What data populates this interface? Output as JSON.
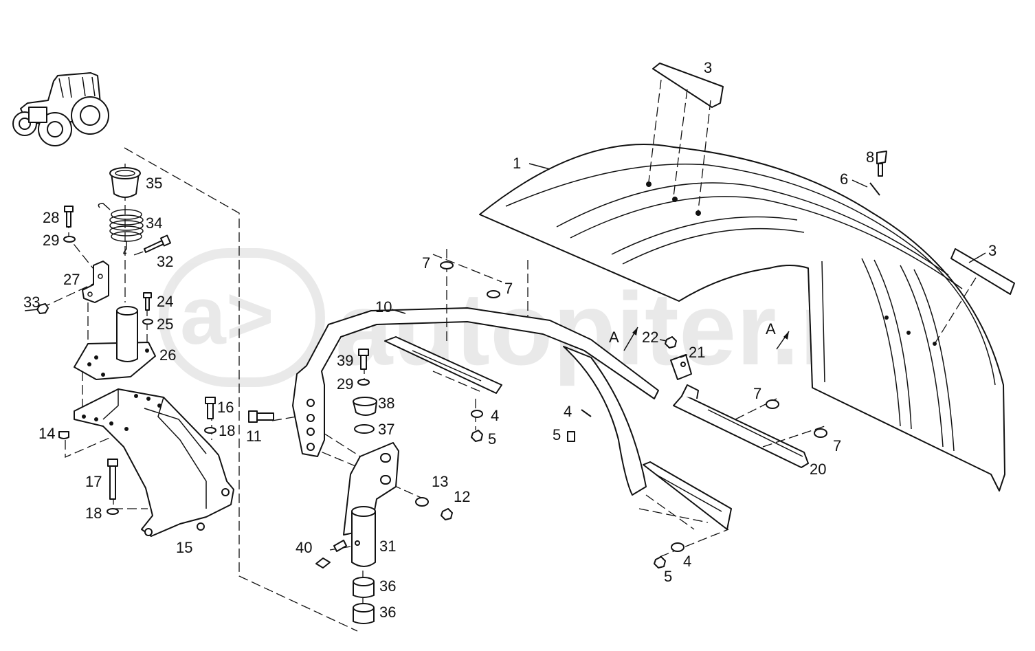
{
  "watermark": {
    "symbol": "a>",
    "text": "autopiter.ru"
  },
  "view_marks": [
    "A",
    "A"
  ],
  "labels": {
    "p1": "1",
    "p3a": "3",
    "p3b": "3",
    "p4a": "4",
    "p4b": "4",
    "p4c": "4",
    "p5a": "5",
    "p5b": "5",
    "p5c": "5",
    "p6": "6",
    "p7a": "7",
    "p7b": "7",
    "p7c": "7",
    "p7d": "7",
    "p8": "8",
    "p10": "10",
    "p11": "11",
    "p12": "12",
    "p13": "13",
    "p14": "14",
    "p15": "15",
    "p16": "16",
    "p17": "17",
    "p18a": "18",
    "p18b": "18",
    "p20": "20",
    "p21": "21",
    "p22": "22",
    "p24": "24",
    "p25": "25",
    "p26": "26",
    "p27": "27",
    "p28": "28",
    "p29a": "29",
    "p29b": "29",
    "p31": "31",
    "p32": "32",
    "p33": "33",
    "p34": "34",
    "p35": "35",
    "p36a": "36",
    "p36b": "36",
    "p37": "37",
    "p38": "38",
    "p39": "39",
    "p40": "40"
  },
  "icons": {
    "tractor": "tractor-icon"
  }
}
